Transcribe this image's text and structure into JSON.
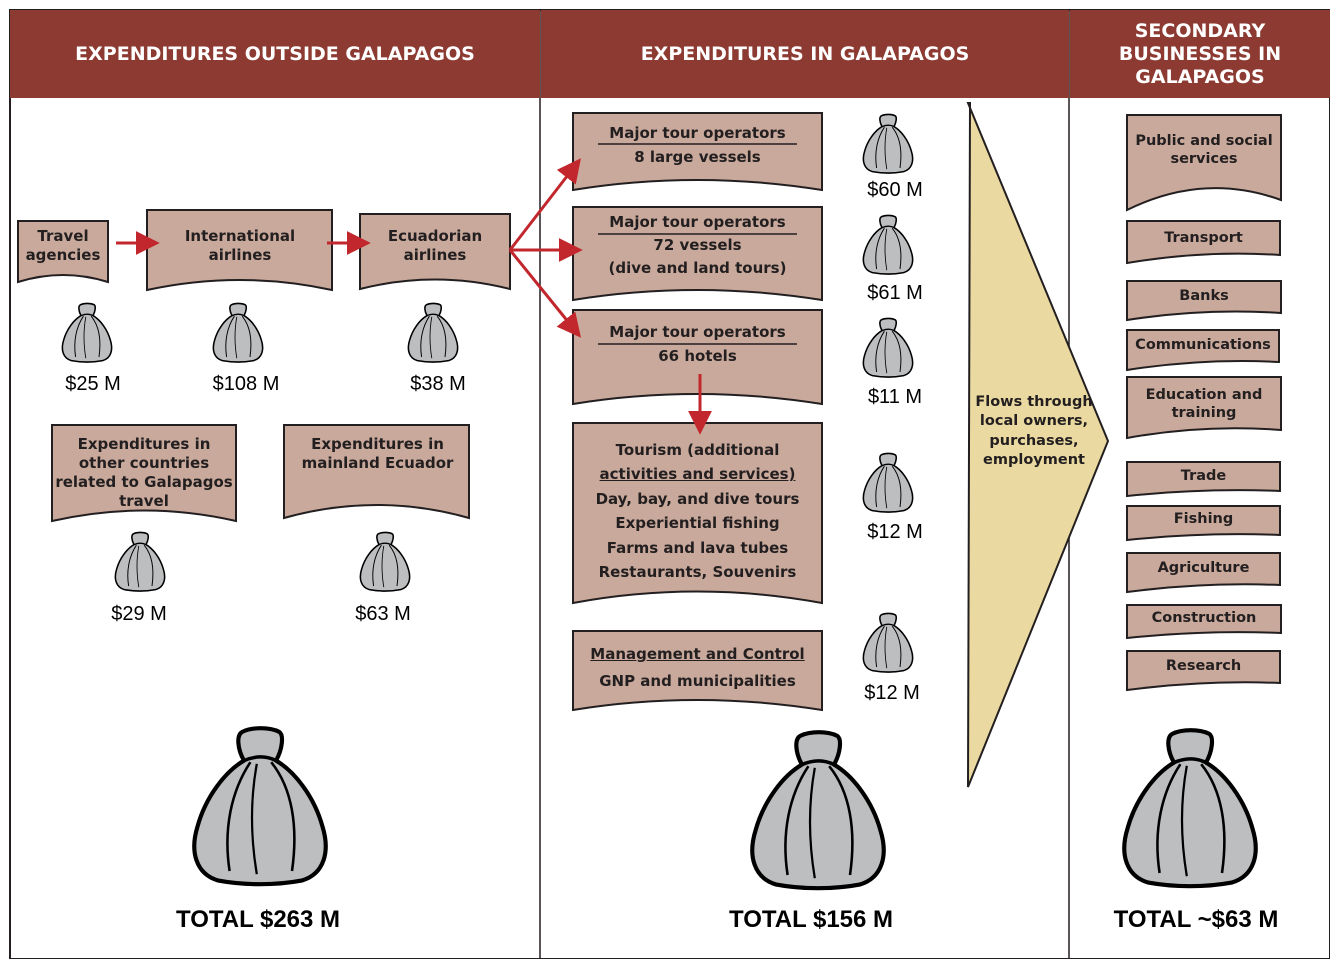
{
  "headers": {
    "outside": "EXPENDITURES OUTSIDE GALAPAGOS",
    "in": "EXPENDITURES IN GALAPAGOS",
    "secondary": "SECONDARY BUSINESSES IN GALAPAGOS"
  },
  "outside": {
    "travel_agencies": "Travel agencies",
    "international_airlines": "International airlines",
    "ecuadorian_airlines": "Ecuadorian airlines",
    "other_countries": "Expenditures in other countries related to Galapagos travel",
    "mainland": "Expenditures in mainland Ecuador",
    "amounts": {
      "travel_agencies": "$25 M",
      "international_airlines": "$108 M",
      "ecuadorian_airlines": "$38 M",
      "other_countries": "$29 M",
      "mainland": "$63 M"
    },
    "total": "TOTAL $263 M"
  },
  "in_galapagos": {
    "op1_title": "Major tour operators",
    "op1_sub": "8 large vessels",
    "op2_title": "Major tour operators",
    "op2_sub1": "72 vessels",
    "op2_sub2": "(dive and land tours)",
    "op3_title": "Major tour operators",
    "op3_sub": "66 hotels",
    "tourism_l1": "Tourism (additional",
    "tourism_l2": "activities and services)",
    "tourism_l3": "Day, bay, and dive tours",
    "tourism_l4": "Experiential fishing",
    "tourism_l5": "Farms and lava tubes",
    "tourism_l6": "Restaurants, Souvenirs",
    "mgmt_title": "Management and Control",
    "mgmt_sub": "GNP and municipalities",
    "amounts": {
      "op1": "$60 M",
      "op2": "$61 M",
      "op3": "$11 M",
      "tourism": "$12 M",
      "mgmt": "$12 M"
    },
    "flow_text": "Flows through local owners, purchases, employment",
    "total": "TOTAL $156 M"
  },
  "secondary": {
    "items": [
      "Public and social services",
      "Transport",
      "Banks",
      "Communications",
      "Education and training",
      "Trade",
      "Fishing",
      "Agriculture",
      "Construction",
      "Research"
    ],
    "total": "TOTAL ~$63 M"
  },
  "colors": {
    "header": "#8c3a32",
    "box": "#c9a99b",
    "bag": "#bcbec0",
    "arrow": "#c1272d",
    "flow": "#ead9a0"
  }
}
